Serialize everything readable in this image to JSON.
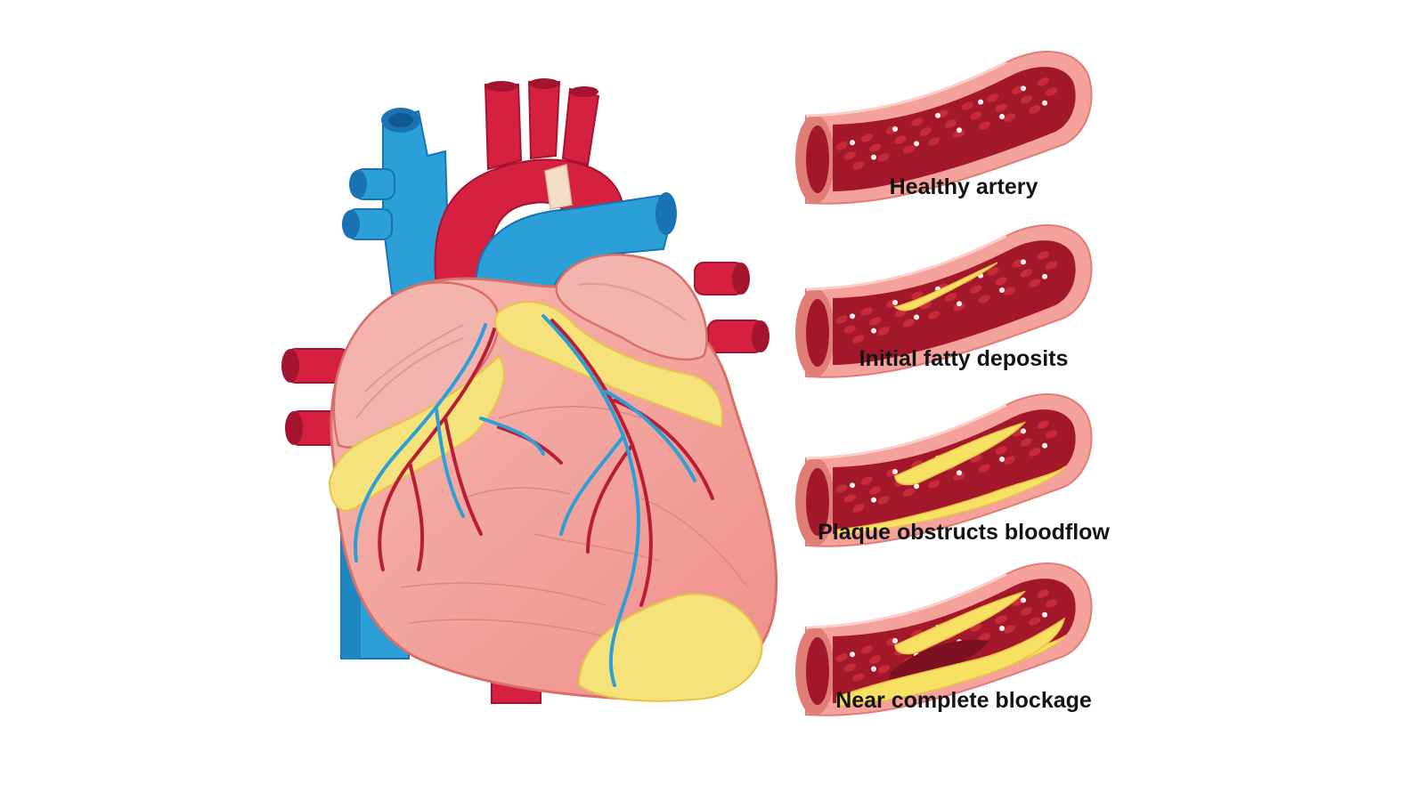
{
  "diagram": {
    "stages": [
      {
        "label": "Healthy artery",
        "condition": "healthy"
      },
      {
        "label": "Initial fatty deposits",
        "condition": "fatty-deposits"
      },
      {
        "label": "Plaque obstructs bloodflow",
        "condition": "plaque-obstruction"
      },
      {
        "label": "Near complete blockage",
        "condition": "near-blockage"
      }
    ]
  },
  "colors": {
    "background": "#ffffff",
    "heart_muscle": "#f3a5a0",
    "heart_shadow": "#e5817b",
    "atria": "#f2b4ad",
    "fat": "#f6e27a",
    "fat_edge": "#e8c24a",
    "artery_red": "#d6203f",
    "artery_dark": "#a5142f",
    "vein_blue": "#2a9fd8",
    "vein_dark": "#1a73b5",
    "vessel_wall": "#f4a29b",
    "vessel_wall_dark": "#e07d77",
    "lumen": "#a3172a",
    "blood_cell": "#c72b3a",
    "white_cell": "#fff6f0",
    "plaque": "#f7e163",
    "label_text": "#141414"
  }
}
